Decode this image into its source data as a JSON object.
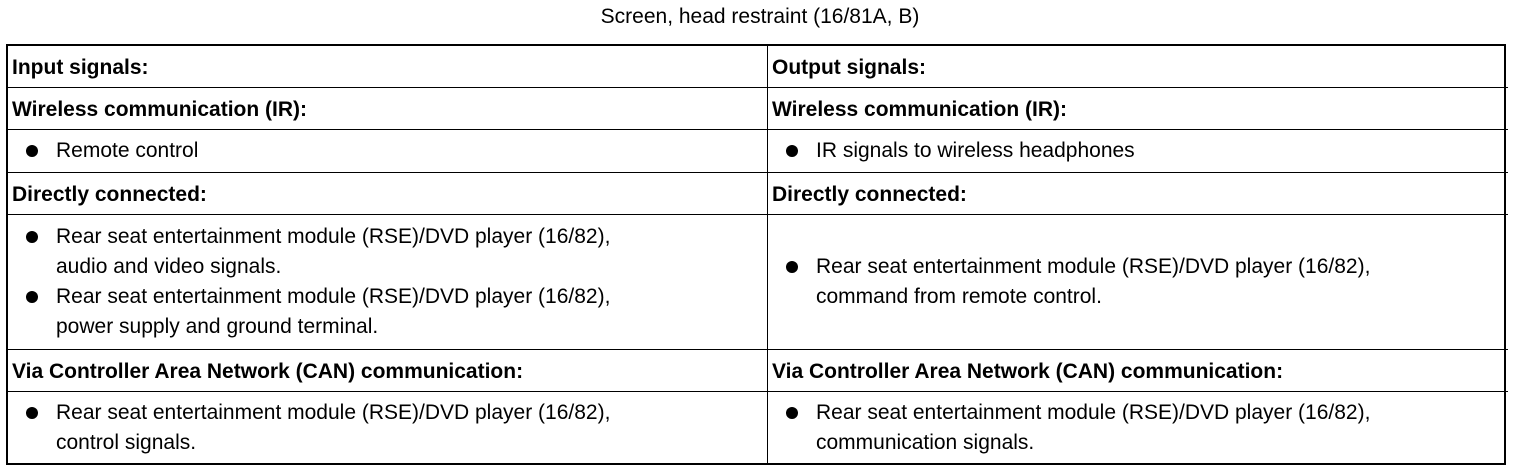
{
  "title": "Screen, head restraint (16/81A, B)",
  "input": {
    "header": "Input signals:",
    "wireless_header": "Wireless communication (IR):",
    "wireless_items": [
      "Remote control"
    ],
    "direct_header": "Directly connected:",
    "direct_items": [
      "Rear seat entertainment module (RSE)/DVD player (16/82),\naudio and video signals.",
      "Rear seat entertainment module (RSE)/DVD player (16/82),\npower supply and ground terminal."
    ],
    "can_header": "Via Controller Area Network (CAN) communication:",
    "can_items": [
      "Rear seat entertainment module (RSE)/DVD player (16/82),\ncontrol signals."
    ]
  },
  "output": {
    "header": "Output signals:",
    "wireless_header": "Wireless communication (IR):",
    "wireless_items": [
      "IR signals to wireless headphones"
    ],
    "direct_header": "Directly connected:",
    "direct_items": [
      "Rear seat entertainment module (RSE)/DVD player (16/82),\ncommand from remote control."
    ],
    "can_header": "Via Controller Area Network (CAN) communication:",
    "can_items": [
      "Rear seat entertainment module (RSE)/DVD player (16/82),\ncommunication signals."
    ]
  }
}
